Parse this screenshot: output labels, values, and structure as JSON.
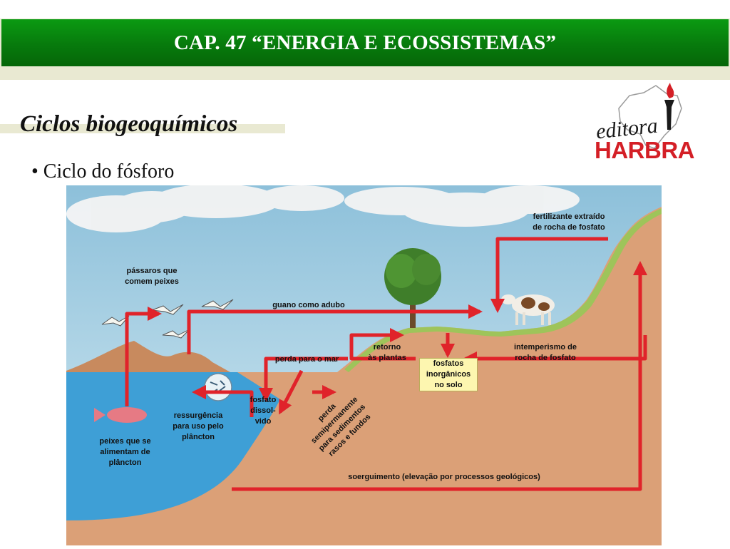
{
  "header": {
    "title": "CAP. 47 “ENERGIA E ECOSSISTEMAS”"
  },
  "section": {
    "title": "Ciclos biogeoquímicos"
  },
  "bullet": {
    "text": "• Ciclo do fósforo"
  },
  "logo": {
    "script": "editora",
    "word": "HARBRA"
  },
  "diagram": {
    "labels": {
      "birds": "pássaros que\ncomem peixes",
      "guano": "guano como adubo",
      "fertilizer": "fertilizante extraído\nde rocha de fosfato",
      "return": "retorno\nàs plantas",
      "loss_sea": "perda para o mar",
      "inorganic": "fosfatos\ninorgânicos\nno solo",
      "weathering": "intemperismo de\nrocha de fosfato",
      "dissolved": "fosfato\ndissol-\nvido",
      "upwelling": "ressurgência\npara uso pelo\nplâncton",
      "fish": "peixes que se\nalimentam de\nplâncton",
      "sediment_loss": "perda\nsemipermanente\npara sedimentos\nrasos e fundos",
      "uplift": "soerguimento (elevação por processos geológicos)"
    },
    "colors": {
      "arrow": "#e0232a",
      "sky": "#a9d2e4",
      "sea": "#3e9fd6",
      "ground": "#dba077",
      "grass": "#9ec45a"
    }
  }
}
